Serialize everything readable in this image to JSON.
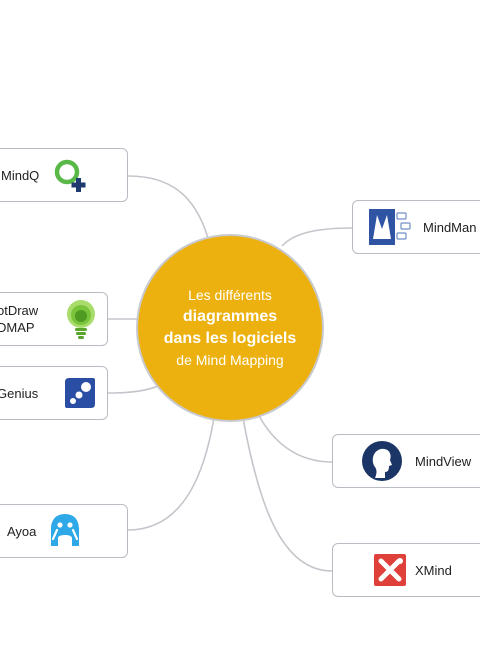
{
  "center": {
    "line1": "Les différents",
    "line2": "diagrammes",
    "line3": "dans les logiciels",
    "line4": "de Mind Mapping",
    "color": "#ecb10f"
  },
  "nodes": {
    "mindq": {
      "label": "MindQ",
      "icon": "mindq-logo-icon"
    },
    "smartdraw": {
      "line1": "otDraw",
      "line2": "DMAP",
      "icon": "green-bulb-logo-icon"
    },
    "genius": {
      "label": "Genius",
      "icon": "dots-logo-icon"
    },
    "ayoa": {
      "label": "Ayoa",
      "icon": "ayoa-logo-icon"
    },
    "mindmanager": {
      "label": "MindMan",
      "icon": "mindmanager-logo-icon"
    },
    "mindview": {
      "label": "MindView",
      "icon": "mindview-logo-icon"
    },
    "xmind": {
      "label": "XMind",
      "icon": "xmind-logo-icon"
    }
  },
  "colors": {
    "connector": "#c4c6cb",
    "node_border": "#b9bcc2",
    "mindq_green": "#5ab849",
    "mindq_navy": "#1f3a6e",
    "bulb_green": "#79c43b",
    "genius_blue": "#2a4ea3",
    "ayoa_blue": "#2ea8e6",
    "mindmanager_blue": "#2f54a4",
    "mindview_navy": "#1b3566",
    "xmind_red": "#e0403a"
  }
}
